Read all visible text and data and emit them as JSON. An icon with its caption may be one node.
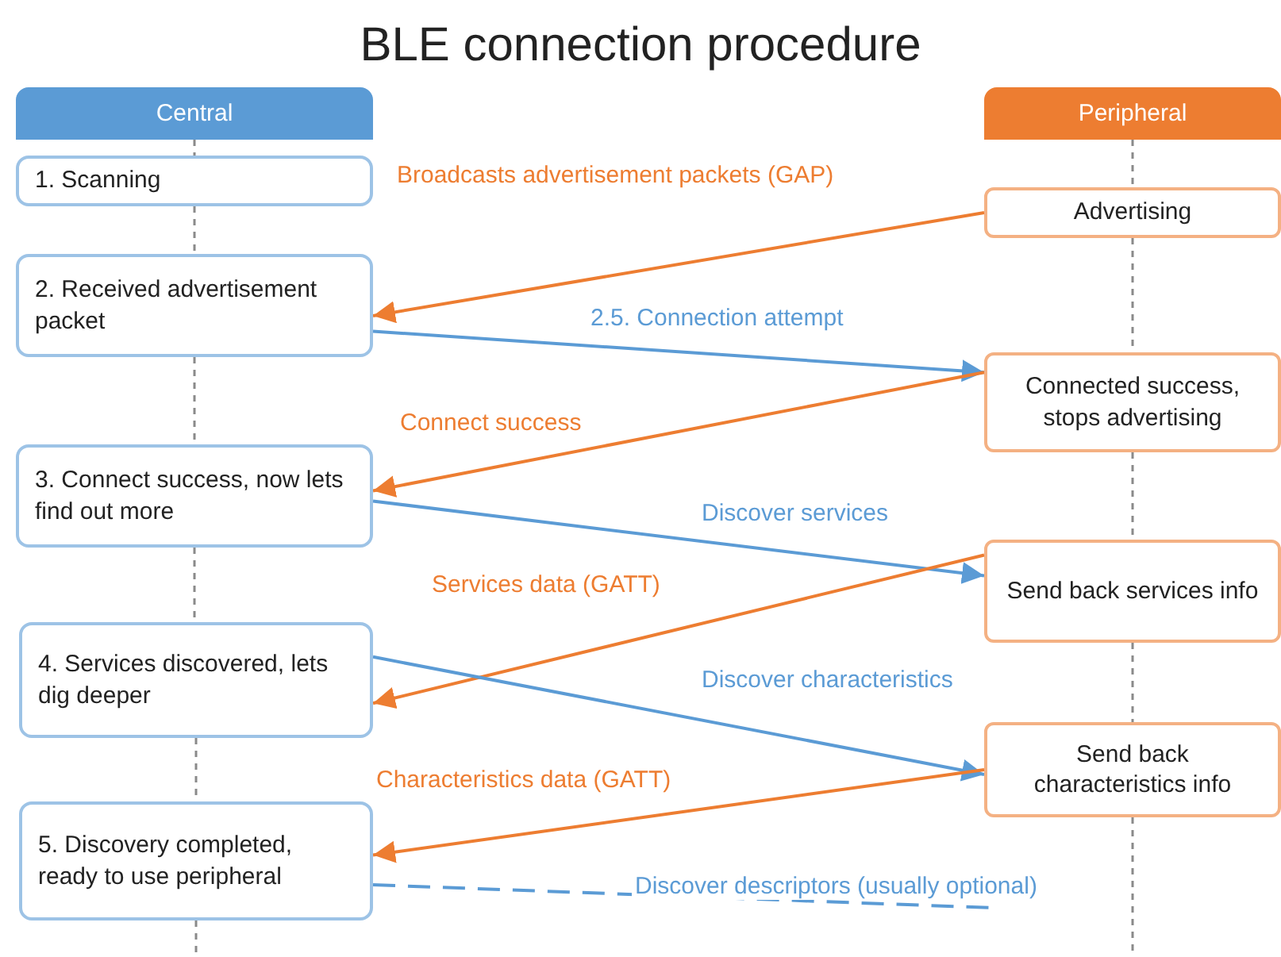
{
  "diagram": {
    "title": "BLE connection procedure",
    "nodes": [
      {
        "text": [
          "Central"
        ]
      },
      {
        "text": [
          "1. Scanning"
        ]
      },
      {
        "text": [
          "2. Received advertisement packet"
        ]
      },
      {
        "text": [
          "3. Connect success, now lets find out more"
        ]
      },
      {
        "text": [
          "4. Services discovered, lets dig deeper"
        ]
      },
      {
        "text": [
          "5. Discovery completed, ready to use peripheral"
        ]
      },
      {
        "text": [
          "Peripheral"
        ]
      },
      {
        "text": [
          "Advertising"
        ]
      },
      {
        "text": [
          "Connected success, stops advertising"
        ]
      },
      {
        "text": [
          "Send back services info"
        ]
      },
      {
        "text": [
          "Send back characteristics info"
        ]
      }
    ],
    "edges": [
      {
        "from": 0,
        "to": 1,
        "arrow": "none",
        "style": "dashed"
      },
      {
        "from": 1,
        "to": 2,
        "arrow": "none",
        "style": "dashed"
      },
      {
        "from": 2,
        "to": 3,
        "arrow": "none",
        "style": "dashed"
      },
      {
        "from": 3,
        "to": 4,
        "arrow": "none",
        "style": "dashed"
      },
      {
        "from": 4,
        "to": 5,
        "arrow": "none",
        "style": "dashed"
      },
      {
        "from": 5,
        "to": null,
        "arrow": "none",
        "style": "dashed"
      },
      {
        "from": 6,
        "to": 7,
        "arrow": "none",
        "style": "dashed"
      },
      {
        "from": 7,
        "to": 8,
        "arrow": "none",
        "style": "dashed"
      },
      {
        "from": 8,
        "to": 9,
        "arrow": "none",
        "style": "dashed"
      },
      {
        "from": 9,
        "to": 10,
        "arrow": "none",
        "style": "dashed"
      },
      {
        "from": 10,
        "to": null,
        "arrow": "none",
        "style": "dashed"
      },
      {
        "from": 7,
        "to": 2,
        "arrow": "to",
        "label": "Broadcasts advertisement packets (GAP)",
        "color": "#ed7d31"
      },
      {
        "from": 2,
        "to": 8,
        "arrow": "to",
        "label": "2.5. Connection attempt",
        "color": "#5b9bd5"
      },
      {
        "from": 8,
        "to": 3,
        "arrow": "to",
        "label": "Connect success",
        "color": "#ed7d31"
      },
      {
        "from": 3,
        "to": 9,
        "arrow": "to",
        "label": "Discover services",
        "color": "#5b9bd5"
      },
      {
        "from": 9,
        "to": 4,
        "arrow": "to",
        "label": "Services data (GATT)",
        "color": "#ed7d31"
      },
      {
        "from": 4,
        "to": 10,
        "arrow": "to",
        "label": "Discover characteristics",
        "color": "#5b9bd5"
      },
      {
        "from": 10,
        "to": 5,
        "arrow": "to",
        "label": "Characteristics data (GATT)",
        "color": "#ed7d31"
      },
      {
        "from": 5,
        "to": null,
        "arrow": "none",
        "label": "Discover descriptors (usually optional)",
        "style": "dashed",
        "color": "#5b9bd5"
      }
    ]
  }
}
